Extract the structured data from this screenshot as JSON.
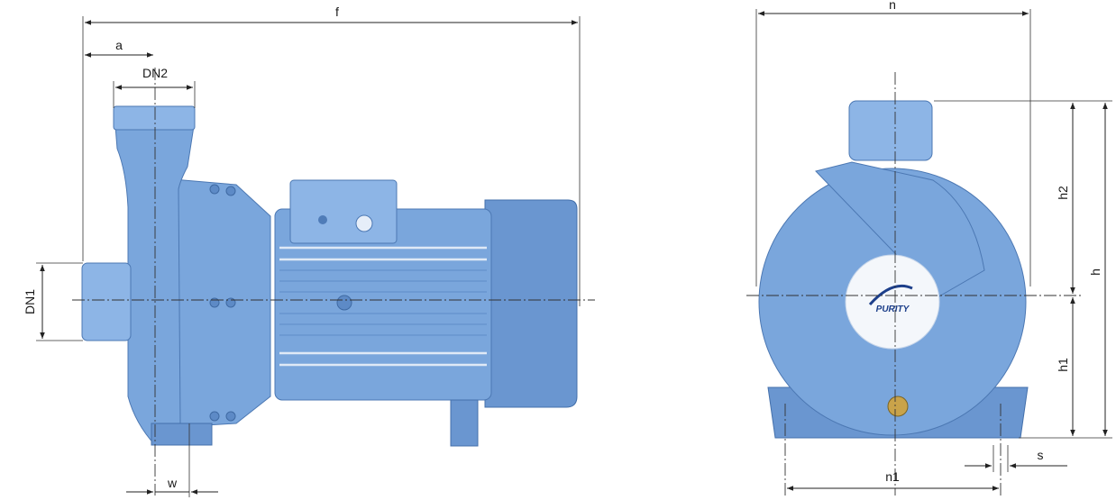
{
  "side_view": {
    "labels": {
      "f": "f",
      "a": "a",
      "dn2": "DN2",
      "dn1": "DN1",
      "w": "w"
    }
  },
  "front_view": {
    "labels": {
      "n": "n",
      "h": "h",
      "h1": "h1",
      "h2": "h2",
      "n1": "n1",
      "s": "s"
    },
    "logo_text": "PURITY"
  },
  "colors": {
    "pump_body": "#7aa6dc",
    "pump_highlight": "#8db5e6",
    "pump_shadow": "#6a96d0",
    "logo": "#1d3f8a"
  }
}
